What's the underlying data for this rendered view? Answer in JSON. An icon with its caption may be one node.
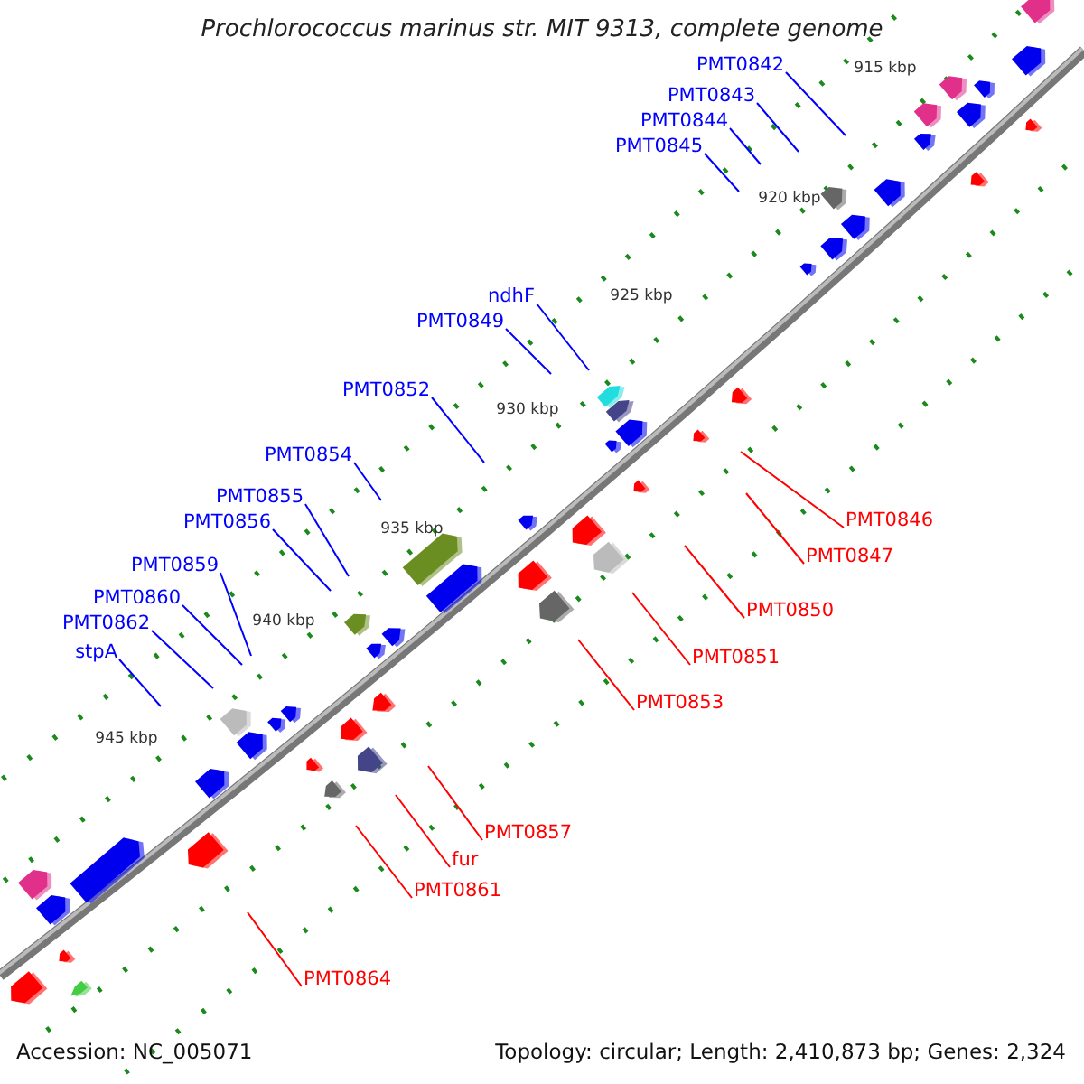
{
  "diagram": {
    "title": "Prochlorococcus marinus str. MIT 9313, complete genome",
    "nodes": [
      {
        "text": [
          "PMT0842"
        ]
      },
      {
        "text": [
          "PMT0843"
        ]
      },
      {
        "text": [
          "PMT0844"
        ]
      },
      {
        "text": [
          "PMT0845"
        ]
      },
      {
        "text": [
          "ndhF"
        ]
      },
      {
        "text": [
          "PMT0849"
        ]
      },
      {
        "text": [
          "PMT0852"
        ]
      },
      {
        "text": [
          "PMT0854"
        ]
      },
      {
        "text": [
          "PMT0855"
        ]
      },
      {
        "text": [
          "PMT0856"
        ]
      },
      {
        "text": [
          "PMT0859"
        ]
      },
      {
        "text": [
          "PMT0860"
        ]
      },
      {
        "text": [
          "PMT0862"
        ]
      },
      {
        "text": [
          "stpA"
        ]
      },
      {
        "text": [
          "PMT0846"
        ]
      },
      {
        "text": [
          "PMT0847"
        ]
      },
      {
        "text": [
          "PMT0850"
        ]
      },
      {
        "text": [
          "PMT0851"
        ]
      },
      {
        "text": [
          "PMT0853"
        ]
      },
      {
        "text": [
          "PMT0857"
        ]
      },
      {
        "text": [
          "fur"
        ]
      },
      {
        "text": [
          "PMT0861"
        ]
      },
      {
        "text": [
          "PMT0864"
        ]
      }
    ],
    "edges": [
      {
        "from": 0,
        "to": null,
        "arrow": "none"
      },
      {
        "from": 1,
        "to": null,
        "arrow": "none"
      },
      {
        "from": 2,
        "to": null,
        "arrow": "none"
      },
      {
        "from": 3,
        "to": null,
        "arrow": "none"
      },
      {
        "from": 4,
        "to": null,
        "arrow": "none"
      },
      {
        "from": 5,
        "to": null,
        "arrow": "none"
      },
      {
        "from": 6,
        "to": null,
        "arrow": "none"
      },
      {
        "from": 7,
        "to": null,
        "arrow": "none"
      },
      {
        "from": 8,
        "to": null,
        "arrow": "none"
      },
      {
        "from": 9,
        "to": null,
        "arrow": "none"
      },
      {
        "from": 10,
        "to": null,
        "arrow": "none"
      },
      {
        "from": 11,
        "to": null,
        "arrow": "none"
      },
      {
        "from": 12,
        "to": null,
        "arrow": "none"
      },
      {
        "from": 13,
        "to": null,
        "arrow": "none"
      },
      {
        "from": 14,
        "to": null,
        "arrow": "none",
        "color": "#ff0000"
      },
      {
        "from": 15,
        "to": null,
        "arrow": "none",
        "color": "#ff0000"
      },
      {
        "from": 16,
        "to": null,
        "arrow": "none",
        "color": "#ff0000"
      },
      {
        "from": 17,
        "to": null,
        "arrow": "none",
        "color": "#ff0000"
      },
      {
        "from": 18,
        "to": null,
        "arrow": "none",
        "color": "#ff0000"
      },
      {
        "from": 19,
        "to": null,
        "arrow": "none",
        "color": "#ff0000"
      },
      {
        "from": 20,
        "to": null,
        "arrow": "none",
        "color": "#ff0000"
      },
      {
        "from": 21,
        "to": null,
        "arrow": "none",
        "color": "#ff0000"
      },
      {
        "from": 22,
        "to": null,
        "arrow": "none",
        "color": "#ff0000"
      }
    ],
    "labels": [
      "915 kbp",
      "920 kbp",
      "925 kbp",
      "930 kbp",
      "935 kbp",
      "940 kbp",
      "945 kbp",
      "Accession: NC_005071",
      "Topology: circular; Length: 2,410,873 bp; Genes: 2,324"
    ]
  }
}
